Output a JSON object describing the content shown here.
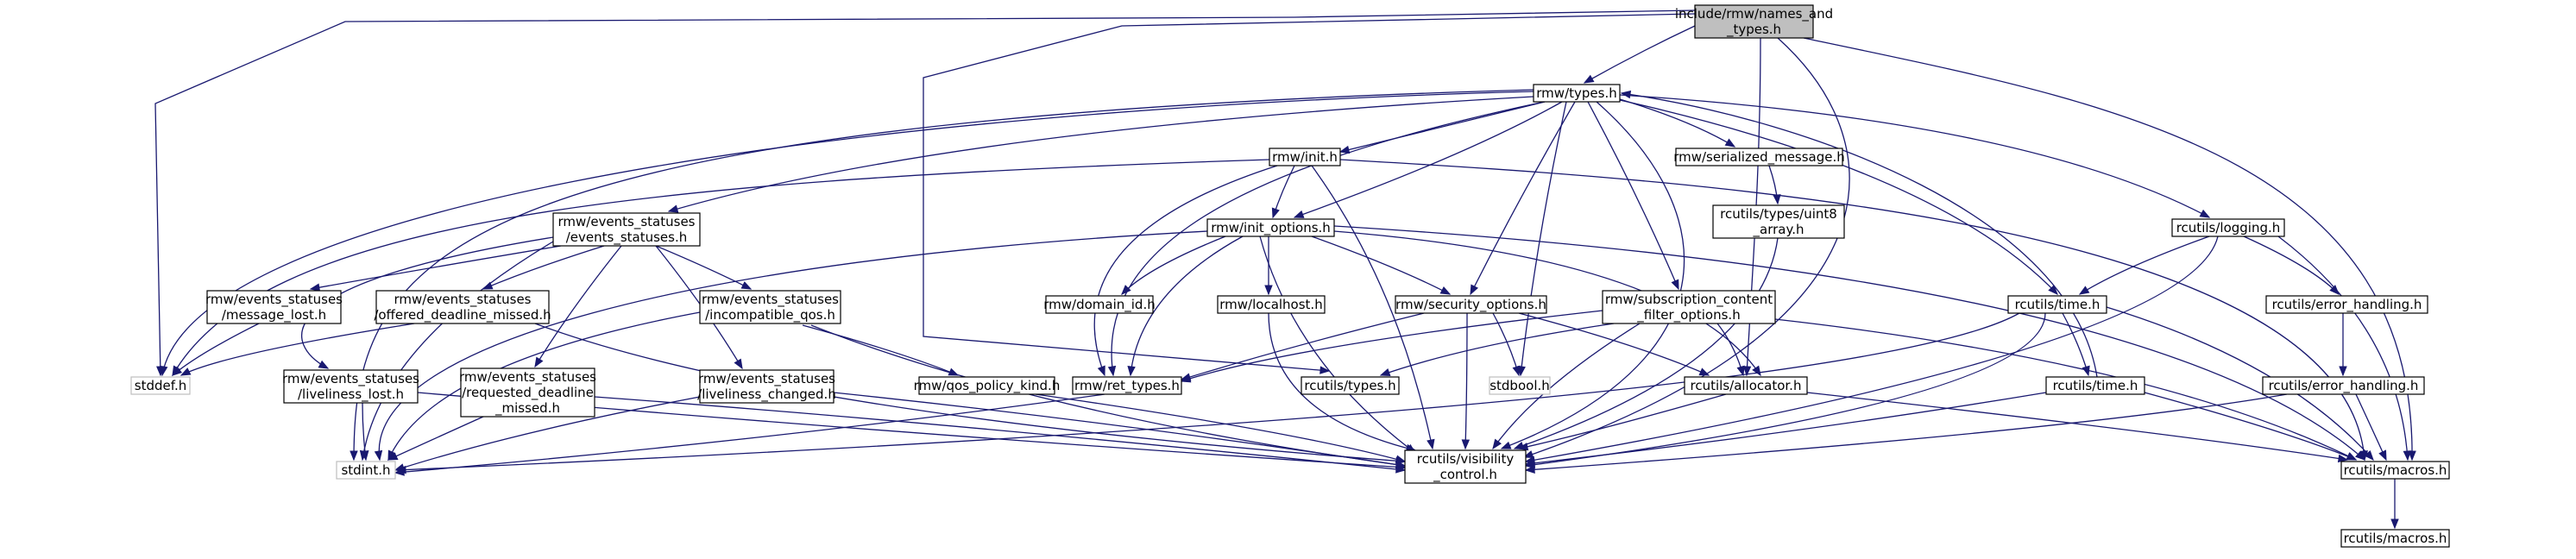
{
  "graph": {
    "nodes": [
      {
        "id": "root",
        "lines": [
          "include/rmw/names_and",
          "_types.h"
        ],
        "style": "root"
      },
      {
        "id": "types",
        "lines": [
          "rmw/types.h"
        ],
        "style": "normal"
      },
      {
        "id": "init",
        "lines": [
          "rmw/init.h"
        ],
        "style": "normal"
      },
      {
        "id": "serialized",
        "lines": [
          "rmw/serialized_message.h"
        ],
        "style": "normal"
      },
      {
        "id": "events",
        "lines": [
          "rmw/events_statuses",
          "/events_statuses.h"
        ],
        "style": "normal"
      },
      {
        "id": "init_options",
        "lines": [
          "rmw/init_options.h"
        ],
        "style": "normal"
      },
      {
        "id": "uint8",
        "lines": [
          "rcutils/types/uint8",
          "_array.h"
        ],
        "style": "normal"
      },
      {
        "id": "logging",
        "lines": [
          "rcutils/logging.h"
        ],
        "style": "normal"
      },
      {
        "id": "msg_lost",
        "lines": [
          "rmw/events_statuses",
          "/message_lost.h"
        ],
        "style": "normal"
      },
      {
        "id": "offered",
        "lines": [
          "rmw/events_statuses",
          "/offered_deadline_missed.h"
        ],
        "style": "normal"
      },
      {
        "id": "incompat",
        "lines": [
          "rmw/events_statuses",
          "/incompatible_qos.h"
        ],
        "style": "normal"
      },
      {
        "id": "domain_id",
        "lines": [
          "rmw/domain_id.h"
        ],
        "style": "normal"
      },
      {
        "id": "localhost",
        "lines": [
          "rmw/localhost.h"
        ],
        "style": "normal"
      },
      {
        "id": "security",
        "lines": [
          "rmw/security_options.h"
        ],
        "style": "normal"
      },
      {
        "id": "sub_content",
        "lines": [
          "rmw/subscription_content",
          "_filter_options.h"
        ],
        "style": "normal"
      },
      {
        "id": "rc_time1",
        "lines": [
          "rcutils/time.h"
        ],
        "style": "normal"
      },
      {
        "id": "err1",
        "lines": [
          "rcutils/error_handling.h"
        ],
        "style": "normal"
      },
      {
        "id": "stddef",
        "lines": [
          "stddef.h"
        ],
        "style": "ext"
      },
      {
        "id": "liv_lost",
        "lines": [
          "rmw/events_statuses",
          "/liveliness_lost.h"
        ],
        "style": "normal"
      },
      {
        "id": "req_dead",
        "lines": [
          "rmw/events_statuses",
          "/requested_deadline",
          "_missed.h"
        ],
        "style": "normal"
      },
      {
        "id": "liv_changed",
        "lines": [
          "rmw/events_statuses",
          "/liveliness_changed.h"
        ],
        "style": "normal"
      },
      {
        "id": "qos_kind",
        "lines": [
          "rmw/qos_policy_kind.h"
        ],
        "style": "normal"
      },
      {
        "id": "ret_types",
        "lines": [
          "rmw/ret_types.h"
        ],
        "style": "normal"
      },
      {
        "id": "rc_types",
        "lines": [
          "rcutils/types.h"
        ],
        "style": "normal"
      },
      {
        "id": "stdbool",
        "lines": [
          "stdbool.h"
        ],
        "style": "ext"
      },
      {
        "id": "allocator",
        "lines": [
          "rcutils/allocator.h"
        ],
        "style": "normal"
      },
      {
        "id": "rc_time2",
        "lines": [
          "rcutils/time.h"
        ],
        "style": "normal"
      },
      {
        "id": "err2",
        "lines": [
          "rcutils/error_handling.h"
        ],
        "style": "normal"
      },
      {
        "id": "stdint",
        "lines": [
          "stdint.h"
        ],
        "style": "ext"
      },
      {
        "id": "visibility",
        "lines": [
          "rcutils/visibility",
          "_control.h"
        ],
        "style": "normal"
      },
      {
        "id": "macros1",
        "lines": [
          "rcutils/macros.h"
        ],
        "style": "normal"
      },
      {
        "id": "macros2",
        "lines": [
          "rcutils/macros.h"
        ],
        "style": "normal"
      }
    ]
  }
}
